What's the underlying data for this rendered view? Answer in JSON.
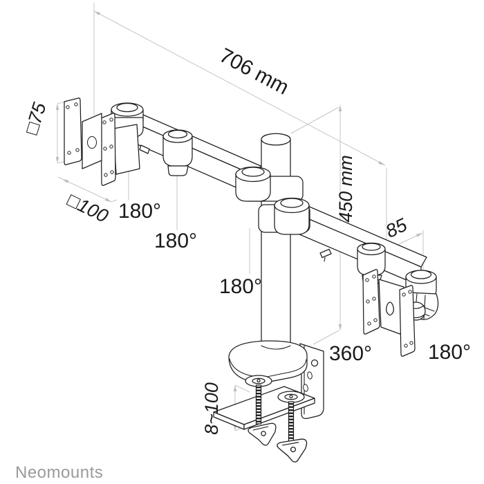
{
  "diagram": {
    "brand_logo": "Neomounts",
    "labels": {
      "overall_width": "706 mm",
      "pole_height": "450 mm",
      "vesa_small": "□75",
      "vesa_large": "□100",
      "end_offset": "85",
      "clamp_thickness_range": "8~100",
      "swivel_left_elbow": "180°",
      "swivel_left_mid": "180°",
      "swivel_center": "180°",
      "swivel_pole": "360°",
      "swivel_right_end": "180°"
    },
    "colors": {
      "part_line": "#1d1d1d",
      "dimension_line": "#c6c6c6",
      "label_text": "#1a1a1a",
      "brand_text": "#9a9a9a",
      "background": "#ffffff"
    }
  }
}
